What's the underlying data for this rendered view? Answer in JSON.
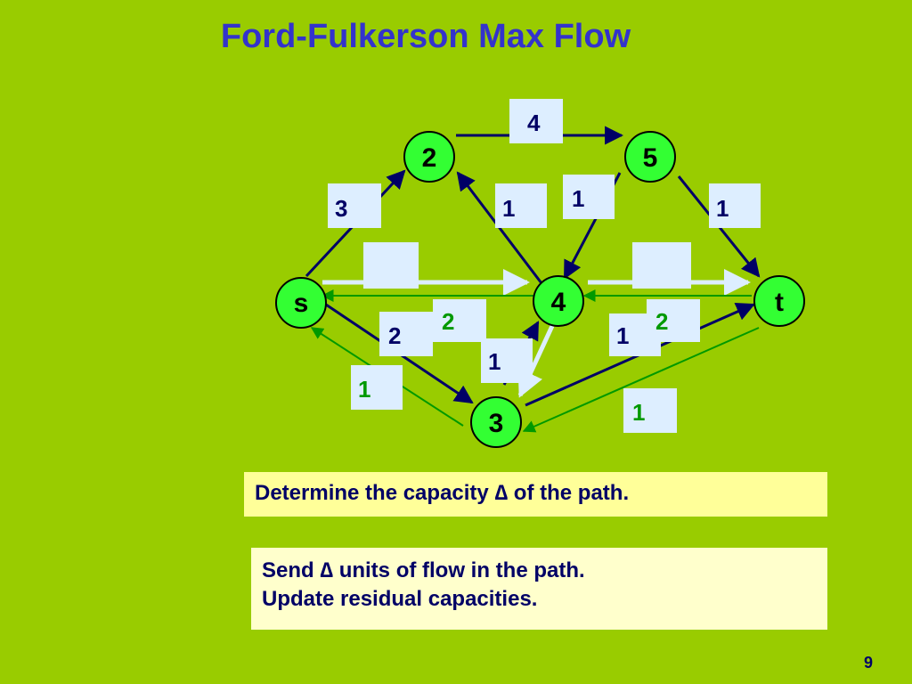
{
  "title": "Ford-Fulkerson Max Flow",
  "nodes": {
    "s": "s",
    "n2": "2",
    "n3": "3",
    "n4": "4",
    "n5": "5",
    "t": "t"
  },
  "capacity_labels": {
    "e25": "4",
    "es2": "3",
    "e42": "1",
    "e54_residual": "1",
    "e5t": "1",
    "es3": "2",
    "e4s_residual": "2",
    "e34": "1",
    "e3s_residual": "1",
    "e4t": "1",
    "et4_residual": "2",
    "et3_residual": "1",
    "path_s4": "",
    "path_4t": ""
  },
  "colors": {
    "background": "#99cc00",
    "title": "#3333cc",
    "node_fill": "#33ff33",
    "edge_dark": "#000066",
    "edge_residual": "#009900",
    "path_highlight": "#ddeeff",
    "label_box": "#ddeeff",
    "residual_text": "#009900"
  },
  "text_boxes": {
    "capacity": "Determine the capacity ∆ of the path.",
    "send_line1": "Send ∆ units of flow in the path.",
    "send_line2": "Update residual capacities."
  },
  "page_number": "9"
}
